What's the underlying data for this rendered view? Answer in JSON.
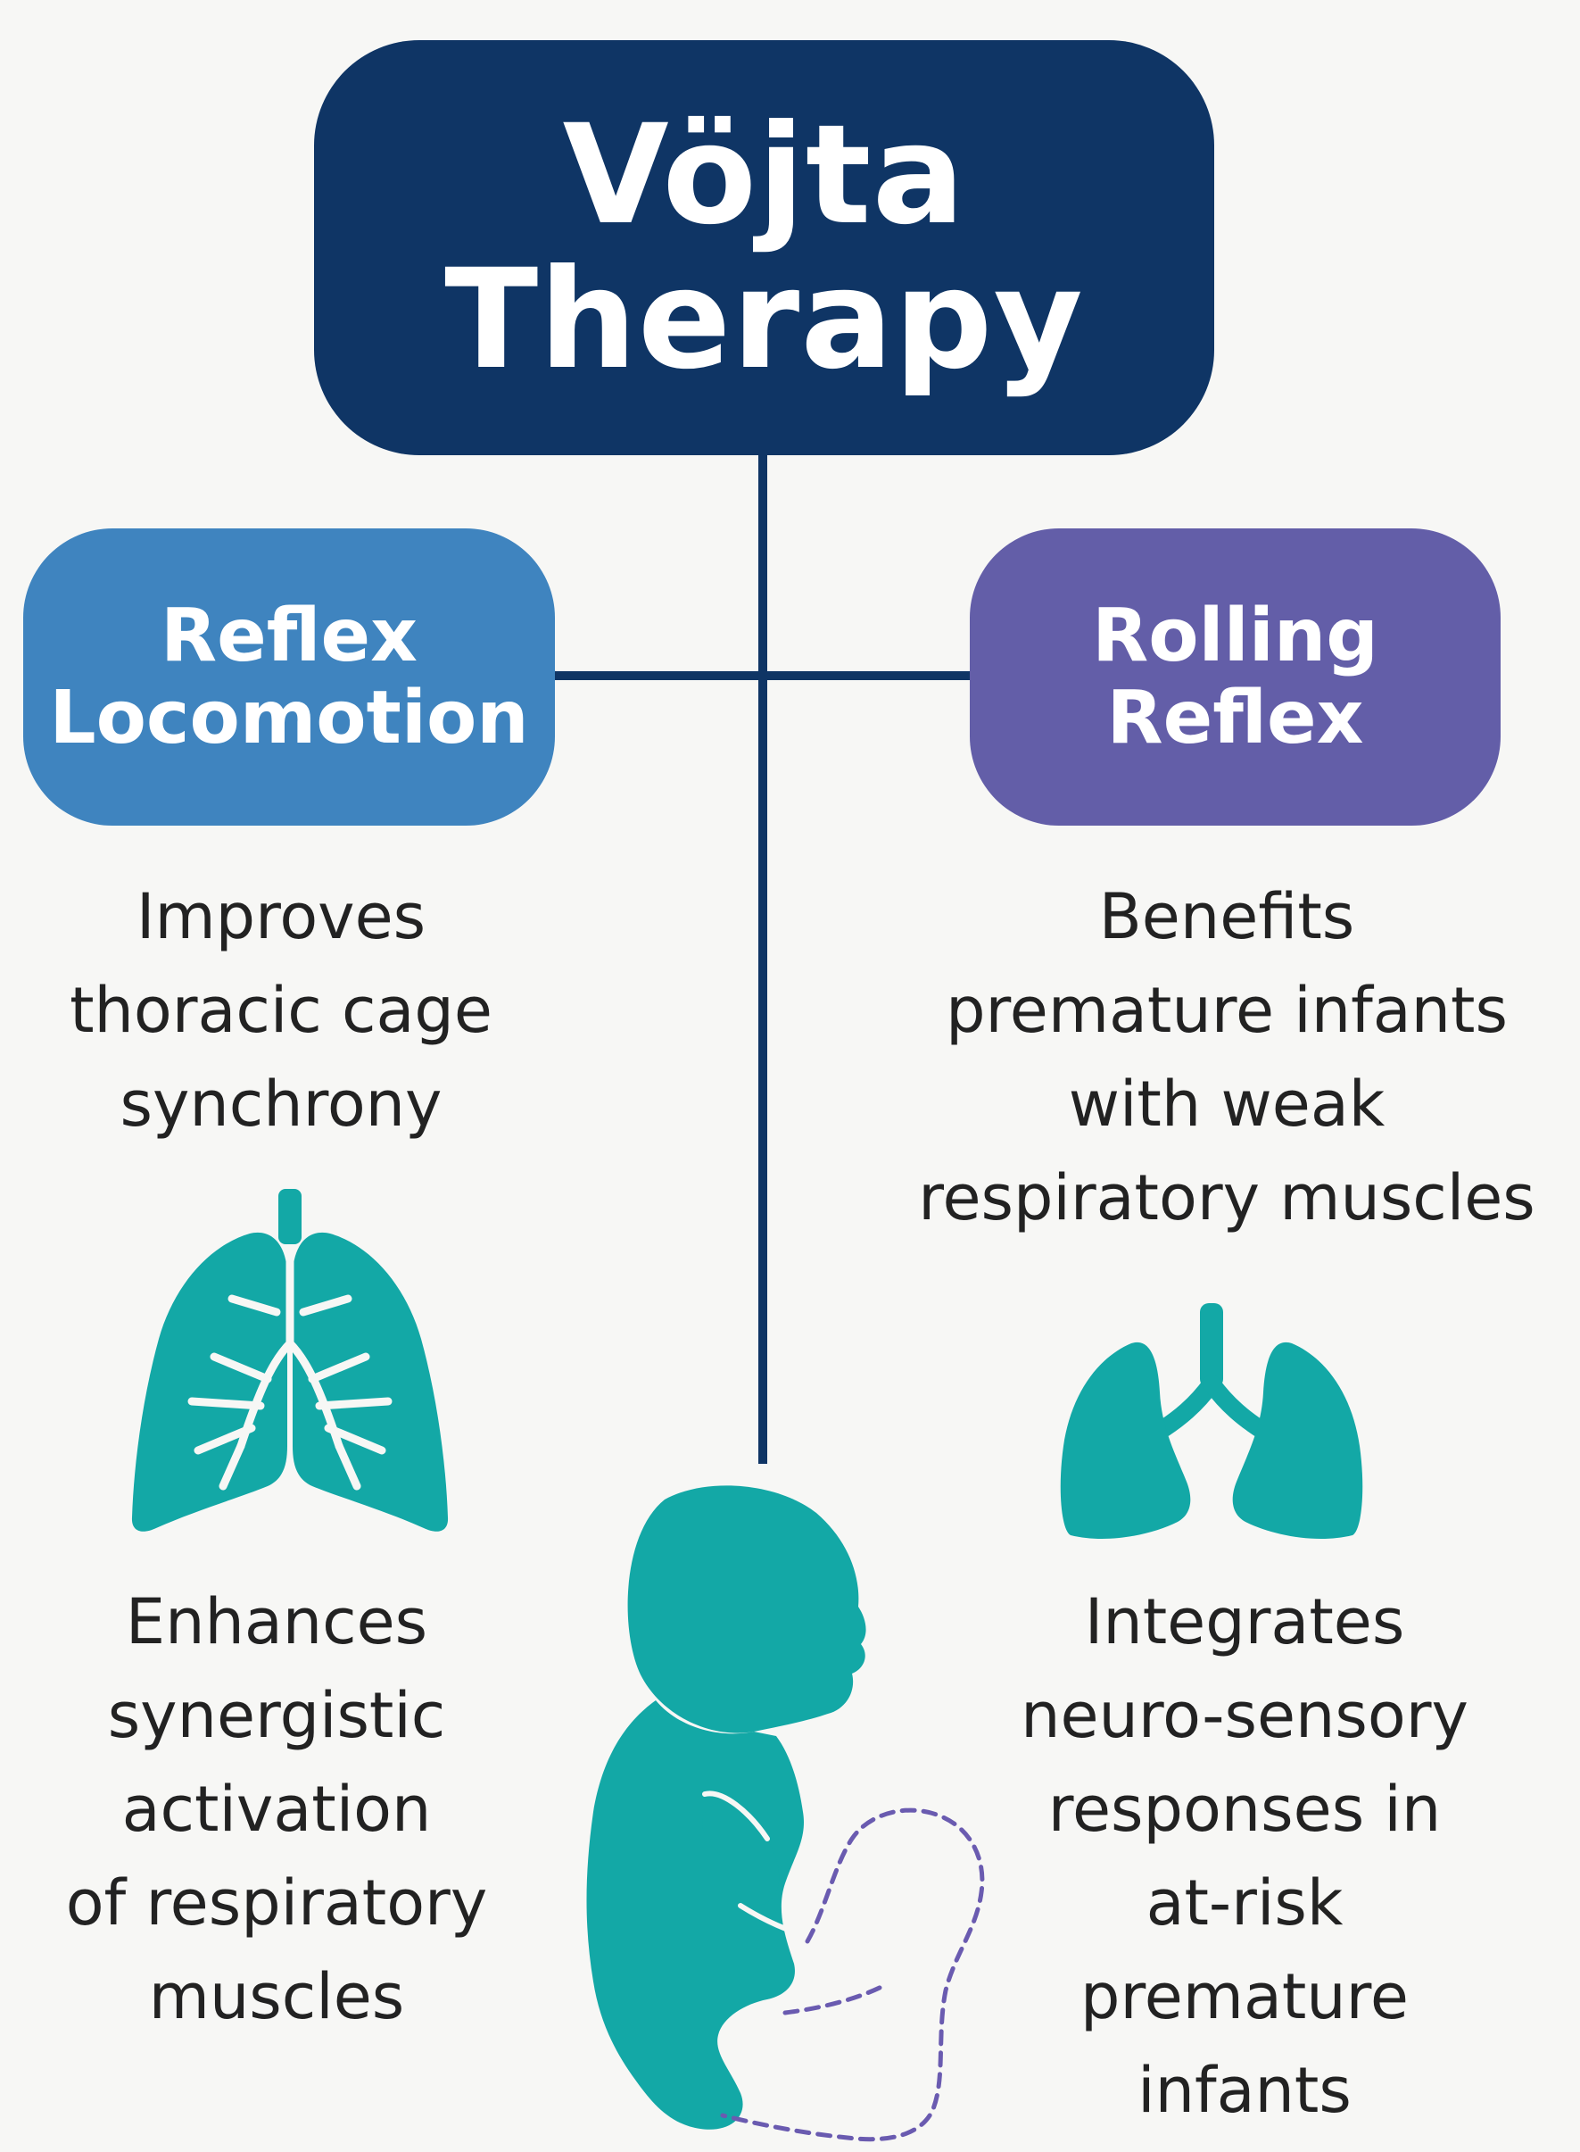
{
  "title": {
    "line1": "Vöjta",
    "line2": "Therapy"
  },
  "branches": {
    "left": {
      "line1": "Reflex",
      "line2": "Locomotion"
    },
    "right": {
      "line1": "Rolling",
      "line2": "Reflex"
    }
  },
  "descriptions": {
    "top_left": [
      "Improves",
      "thoracic cage",
      "synchrony"
    ],
    "top_right": [
      "Benefits",
      "premature infants",
      "with weak",
      "respiratory muscles"
    ],
    "bottom_left": [
      "Enhances",
      "synergistic",
      "activation",
      "of respiratory",
      "muscles"
    ],
    "bottom_right": [
      "Integrates",
      "neuro-sensory",
      "responses in",
      "at-risk",
      "premature",
      "infants"
    ]
  },
  "colors": {
    "title_bg": "#0f3565",
    "left_bg": "#3f84bf",
    "right_bg": "#635ea8",
    "connector": "#0f3565",
    "icon": "#13a8a6",
    "dashed": "#6a5bb0"
  },
  "icons": [
    "lungs-bronchi-icon",
    "lungs-icon",
    "infant-silhouette-icon"
  ]
}
